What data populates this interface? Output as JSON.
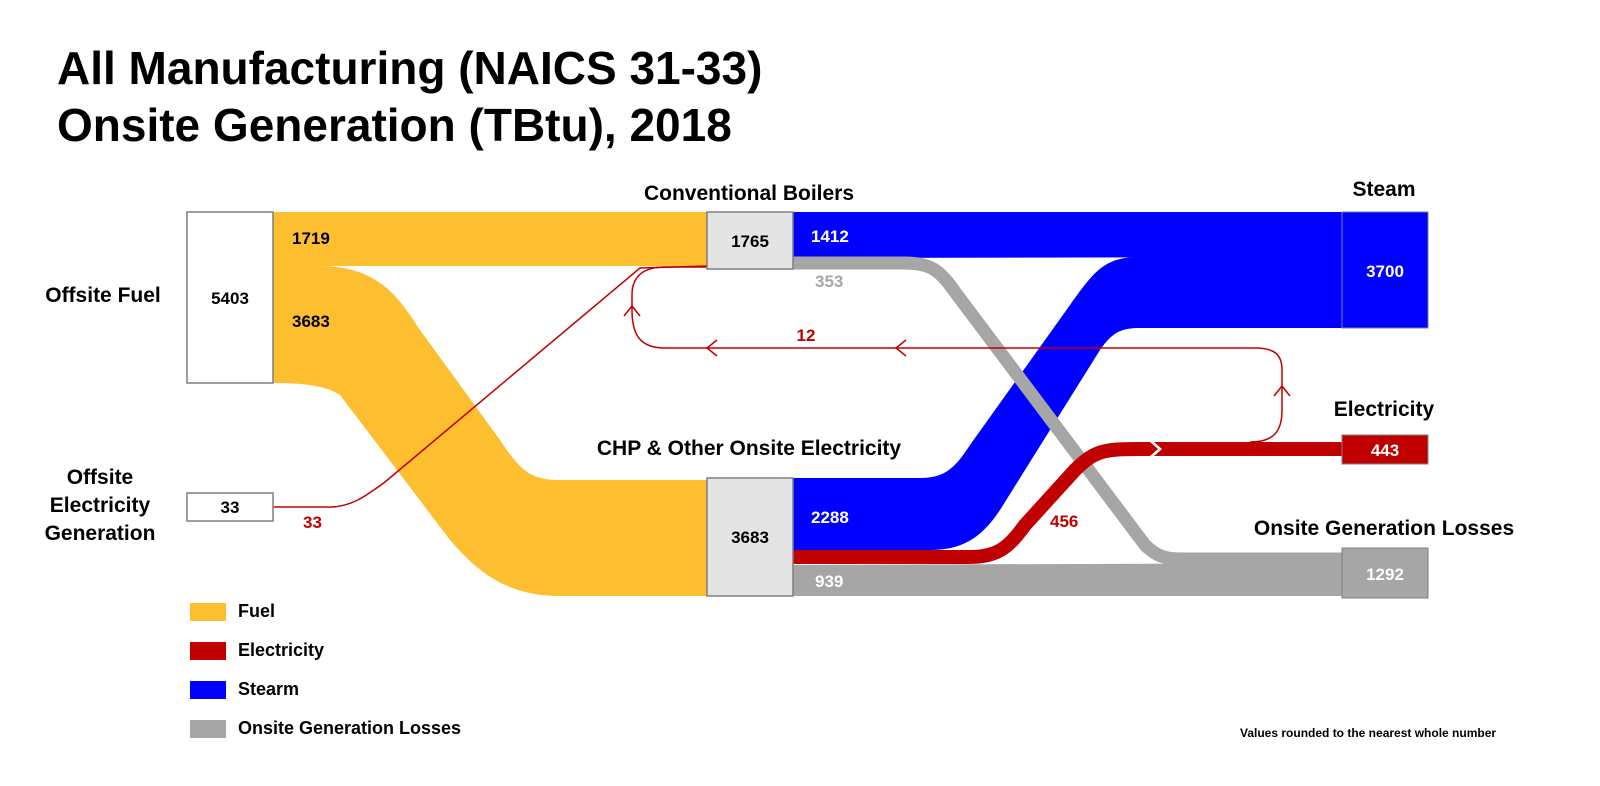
{
  "title": {
    "line1": "All Manufacturing (NAICS 31-33)",
    "line2": "Onsite Generation (TBtu), 2018"
  },
  "colors": {
    "fuel": "#FDBE30",
    "electricity": "#C00000",
    "steam": "#0000FF",
    "losses": "#A6A6A6",
    "node_fill_grey": "#E4E4E4",
    "node_fill_white": "#FFFFFF"
  },
  "nodes": {
    "offsite_fuel": {
      "label": "Offsite Fuel",
      "value": "5403"
    },
    "offsite_electricity": {
      "label_lines": [
        "Offsite",
        "Electricity",
        "Generation"
      ],
      "value": "33"
    },
    "conventional_boilers": {
      "label": "Conventional Boilers",
      "value": "1765"
    },
    "chp": {
      "label": "CHP & Other Onsite Electricity",
      "value": "3683"
    },
    "steam": {
      "label": "Steam",
      "value": "3700"
    },
    "electricity": {
      "label": "Electricity",
      "value": "443"
    },
    "losses": {
      "label": "Onsite Generation Losses",
      "value": "1292"
    }
  },
  "flows": {
    "fuel_to_boilers": "1719",
    "fuel_to_chp": "3683",
    "offsite_elec_to_boilers": "33",
    "boilers_to_steam": "1412",
    "boilers_to_losses": "353",
    "chp_to_steam": "2288",
    "chp_to_electricity": "456",
    "chp_to_losses": "939",
    "electricity_recirculated": "12"
  },
  "legend": [
    {
      "label": "Fuel",
      "color": "#FDBE30"
    },
    {
      "label": "Electricity",
      "color": "#C00000"
    },
    {
      "label": "Stearm",
      "color": "#0000FF"
    },
    {
      "label": "Onsite Generation Losses",
      "color": "#A6A6A6"
    }
  ],
  "footnote": "Values rounded to the nearest whole number"
}
